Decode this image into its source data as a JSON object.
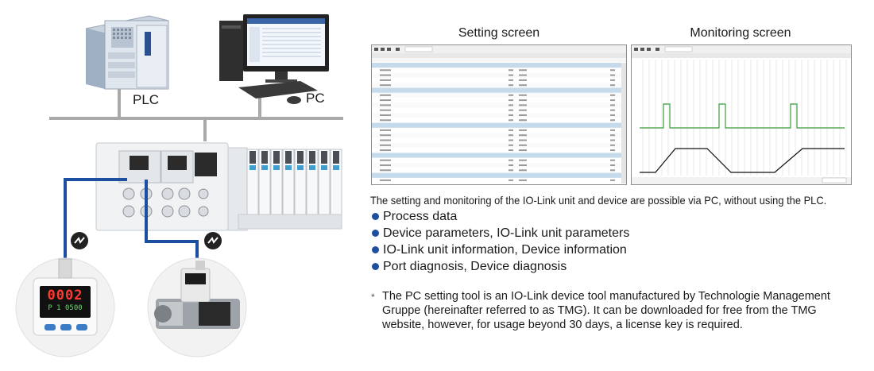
{
  "labels": {
    "plc": "PLC",
    "pc": "PC"
  },
  "screens": {
    "setting_title": "Setting screen",
    "monitoring_title": "Monitoring screen"
  },
  "description": "The setting and monitoring of the IO-Link unit and device are possible via PC, without using the PLC.",
  "features": [
    "Process data",
    "Device parameters, IO-Link unit parameters",
    "IO-Link unit information, Device information",
    "Port diagnosis, Device diagnosis"
  ],
  "footnote": {
    "mark": "*",
    "text": "The PC setting tool is an IO-Link device tool manufactured by Technologie Management Gruppe (hereinafter referred to as TMG). It can be downloaded for free from the TMG website, however, for usage beyond 30 days, a license key is required."
  },
  "devices": {
    "pressure_display": "0002",
    "pressure_sub": "P 1  0500"
  },
  "colors": {
    "network_line": "#a9a9a9",
    "io_link_cable": "#1c4fa0",
    "bullet": "#1f4e9c",
    "monitor_green": "#3a9a3a",
    "monitor_black": "#111111",
    "table_highlight": "#c5dbeb"
  },
  "icons": {
    "io_link": "io-link-symbol-icon"
  }
}
